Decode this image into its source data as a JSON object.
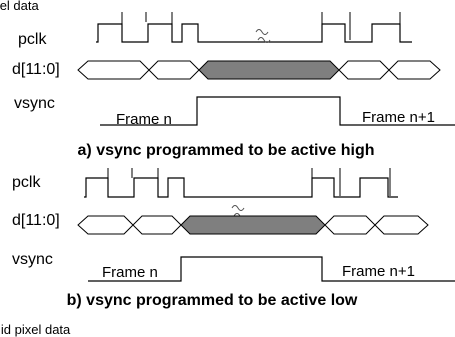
{
  "header_text": "ignal pixel data",
  "signals": {
    "clock": "pclk",
    "data": "d[11:0]",
    "sync": "vsync"
  },
  "frames": {
    "current": "Frame n",
    "next": "Frame n+1"
  },
  "captions": {
    "a": "a) vsync programmed to be active high",
    "b": "b) vsync programmed to be active low"
  },
  "footer_text": "lid pixel data",
  "colors": {
    "valid_data_fill": "#7f7f7f",
    "line": "#000000"
  }
}
